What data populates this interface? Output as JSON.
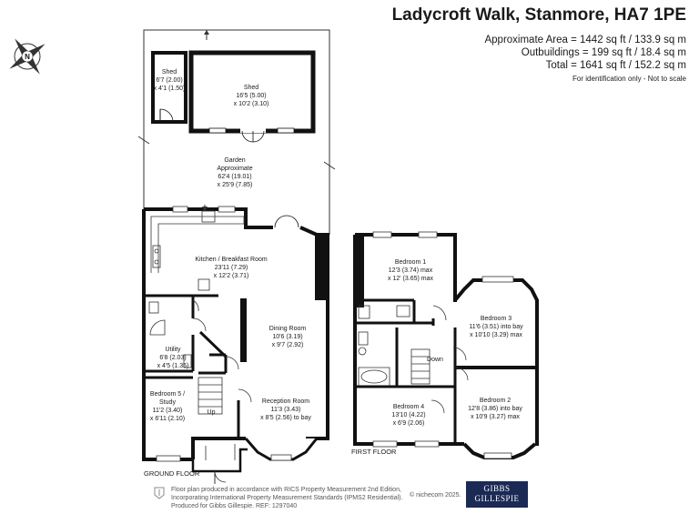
{
  "header": {
    "title": "Ladycroft Walk, Stanmore, HA7 1PE",
    "area_lines": [
      "Approximate Area = 1442 sq ft / 133.9 sq m",
      "Outbuildings = 199 sq ft / 18.4 sq m",
      "Total = 1641 sq ft / 152.2 sq m"
    ],
    "note": "For identification only - Not to scale"
  },
  "compass": {
    "icon": "north-compass-icon",
    "letter": "N"
  },
  "rooms": {
    "shed_small": [
      "Shed",
      "6'7 (2.00)",
      "x 4'1 (1.50)"
    ],
    "shed_large": [
      "Shed",
      "16'5 (5.00)",
      "x 10'2 (3.10)"
    ],
    "garden": [
      "Garden",
      "Approximate",
      "62'4 (19.01)",
      "x 25'9 (7.85)"
    ],
    "kitchen": [
      "Kitchen / Breakfast Room",
      "23'11 (7.29)",
      "x 12'2 (3.71)"
    ],
    "dining": [
      "Dining Room",
      "10'6 (3.19)",
      "x 9'7 (2.92)"
    ],
    "utility": [
      "Utility",
      "6'8 (2.03)",
      "x 4'5 (1.35)"
    ],
    "bedroom5": [
      "Bedroom 5 /",
      "Study",
      "11'2 (3.40)",
      "x 6'11 (2.10)"
    ],
    "reception": [
      "Reception Room",
      "11'3 (3.43)",
      "x 8'5 (2.56) to bay"
    ],
    "up": "Up",
    "bedroom1": [
      "Bedroom 1",
      "12'3 (3.74) max",
      "x 12' (3.65) max"
    ],
    "bedroom3": [
      "Bedroom 3",
      "11'6 (3.51) into bay",
      "x 10'10 (3.29) max"
    ],
    "bedroom4": [
      "Bedroom 4",
      "13'10 (4.22)",
      "x 6'9 (2.06)"
    ],
    "bedroom2": [
      "Bedroom 2",
      "12'8 (3.86) into bay",
      "x 10'9 (3.27) max"
    ],
    "down": "Down"
  },
  "floors": {
    "ground": "GROUND FLOOR",
    "first": "FIRST FLOOR"
  },
  "footer": {
    "lines": [
      "Floor plan produced in accordance with RICS Property Measurement 2nd Edition,",
      "Incorporating International Property Measurement Standards (IPMS2 Residential).",
      "Produced for Gibbs Gillespie.   REF: 1297040"
    ],
    "copyright": "© nichecom 2025.",
    "logo_lines": [
      "GIBBS",
      "GILLESPIE"
    ]
  }
}
